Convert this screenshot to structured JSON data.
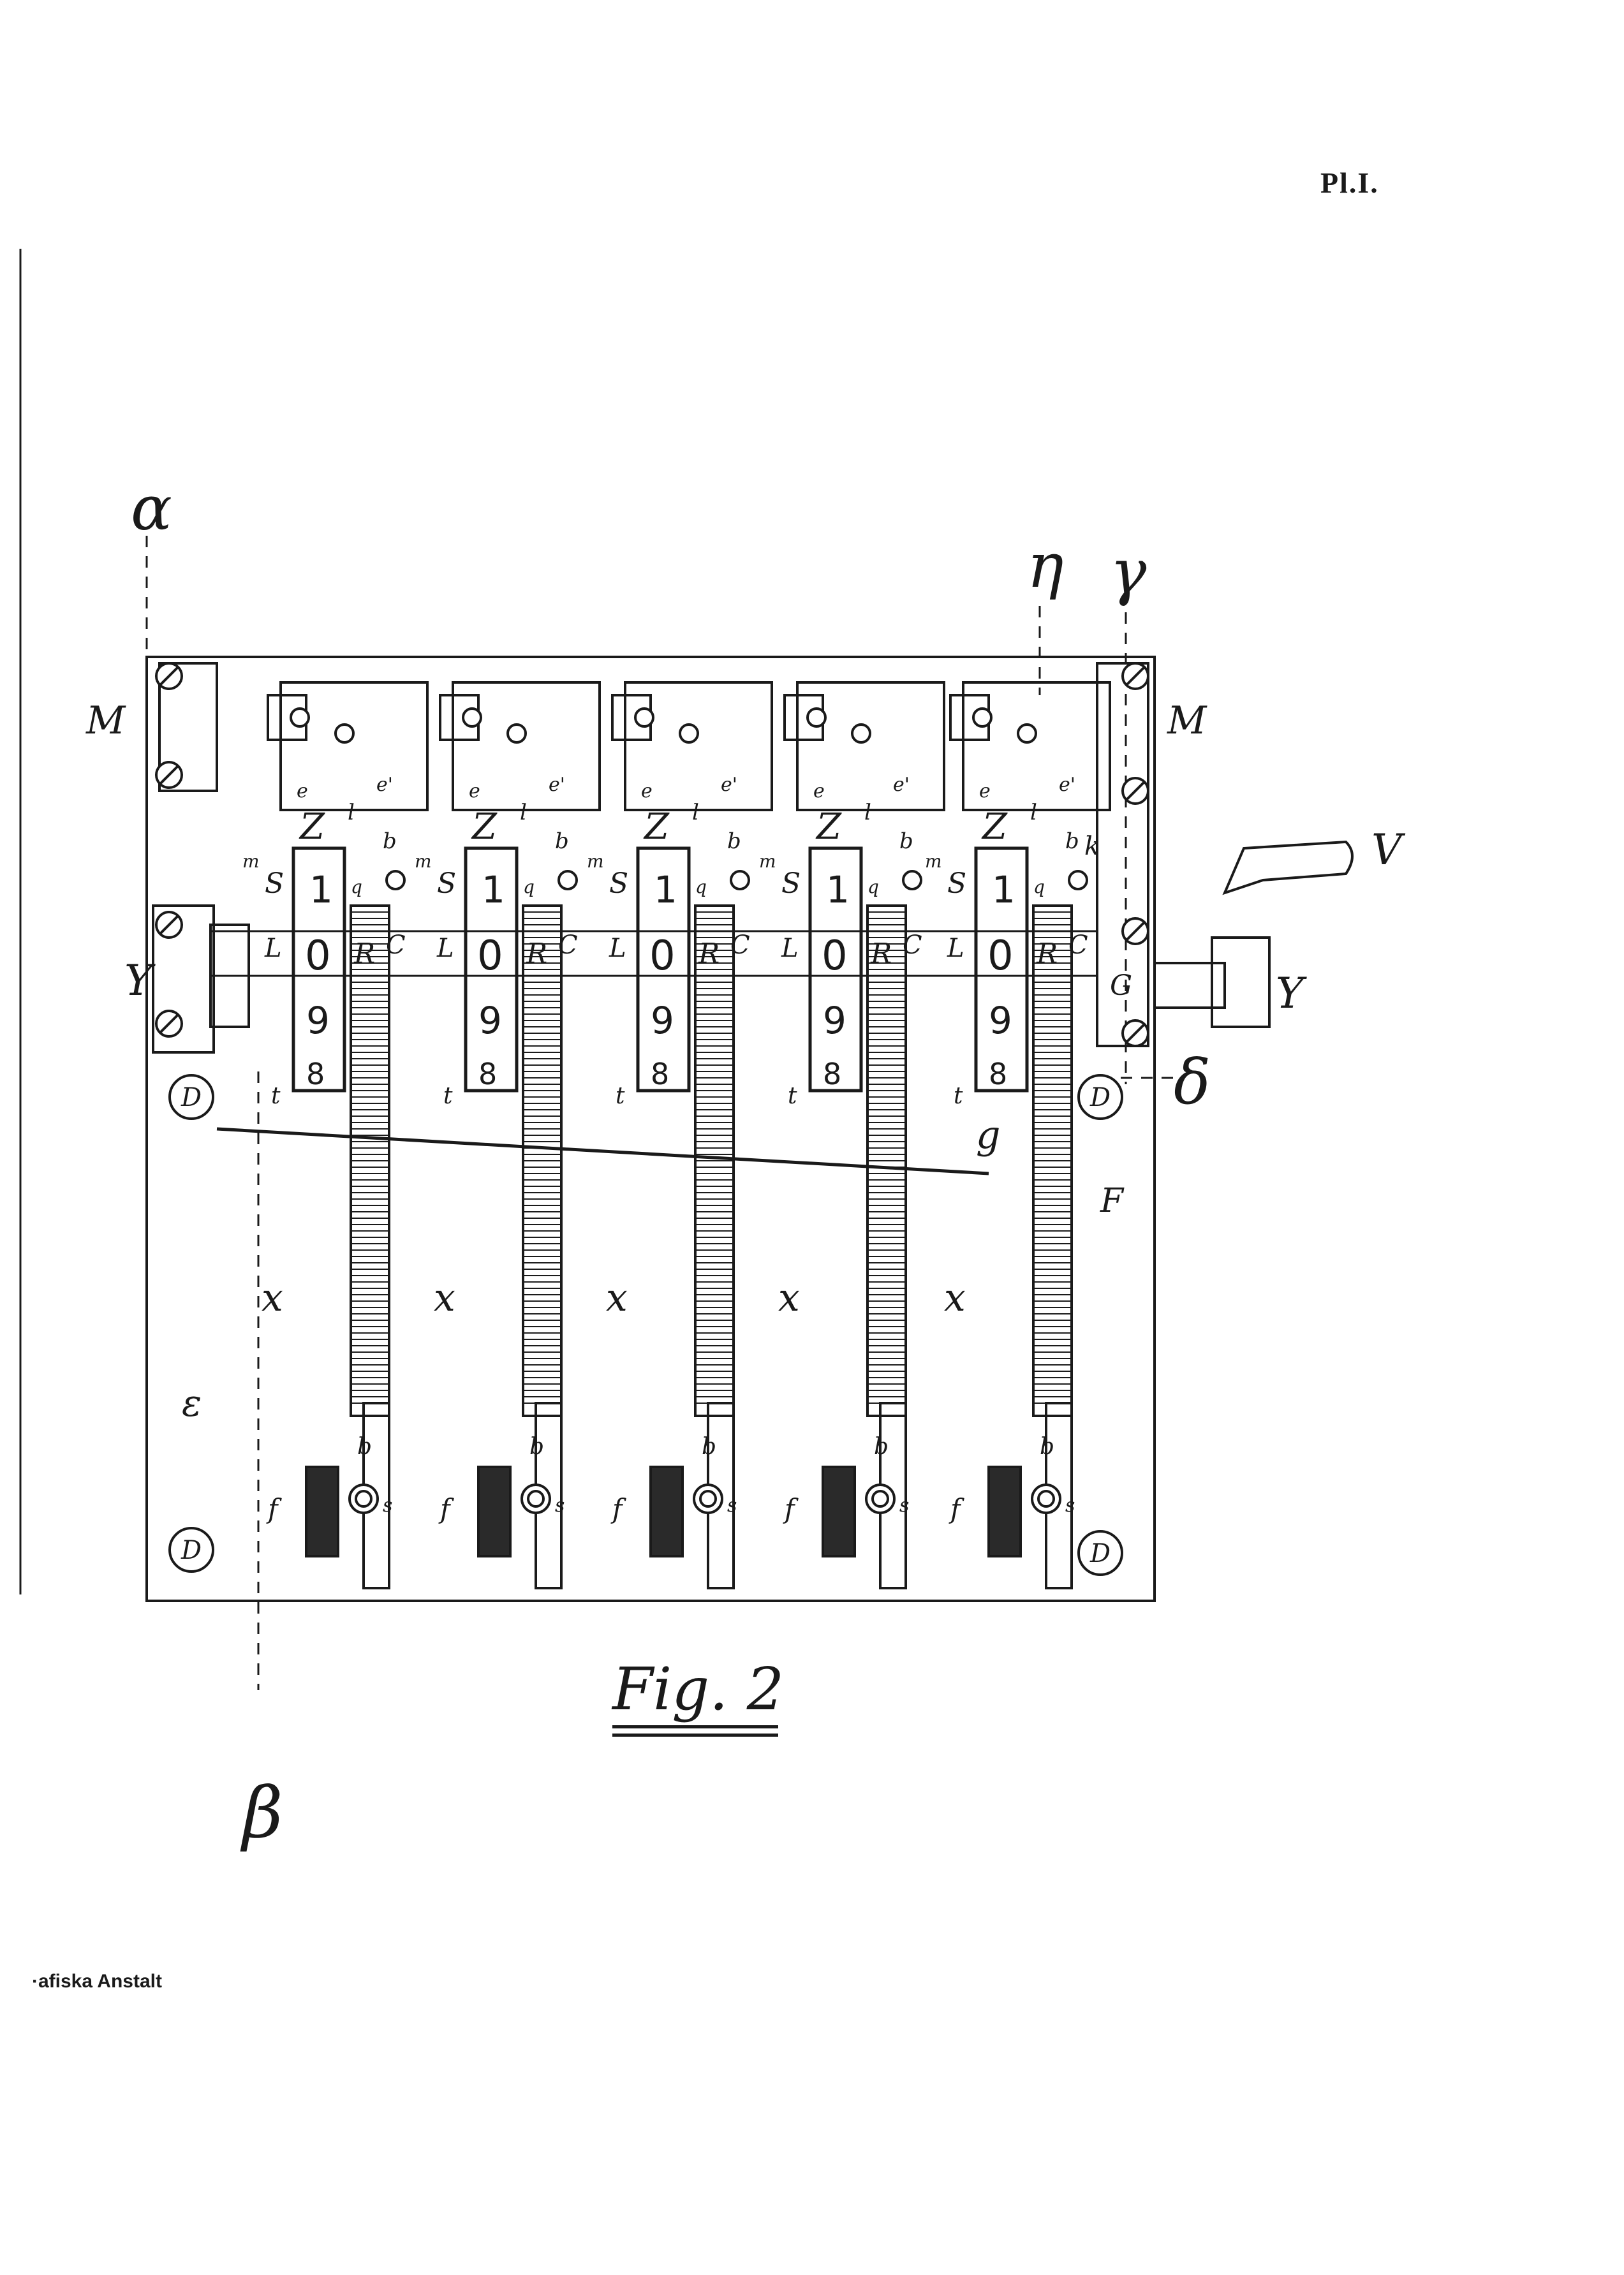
{
  "plate_label": "Pl.I.",
  "imprint": "·afiska Anstalt",
  "figure_caption": "Fig. 2",
  "section_marks": {
    "alpha": "α",
    "beta": "β",
    "gamma": "γ",
    "delta": "δ",
    "eta": "η"
  },
  "part_labels": {
    "M": "M",
    "Y": "Y",
    "V": "V",
    "D": "D",
    "E": "ε",
    "F": "F",
    "G": "G",
    "g": "g"
  },
  "wheel_digits": [
    "1",
    "0",
    "9",
    "8"
  ],
  "column_labels": {
    "e": "e",
    "e_prime": "e'",
    "l": "l",
    "Z": "Z",
    "b_small": "b",
    "S": "S",
    "L": "L",
    "R": "R",
    "C": "C",
    "m": "m",
    "t": "t",
    "x": "x",
    "b": "b",
    "f": "f",
    "s": "s",
    "q": "q",
    "k": "k"
  }
}
